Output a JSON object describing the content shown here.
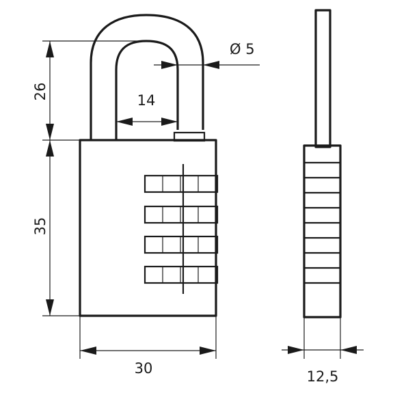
{
  "drawing": {
    "dimensions": {
      "shackle_height": "26",
      "body_height": "35",
      "shackle_inner_width": "14",
      "shackle_diameter": "Ø 5",
      "body_width": "30",
      "body_thickness": "12,5"
    },
    "combination_wheels": 4
  },
  "colors": {
    "line": "#1a1a1a",
    "background": "#ffffff"
  }
}
